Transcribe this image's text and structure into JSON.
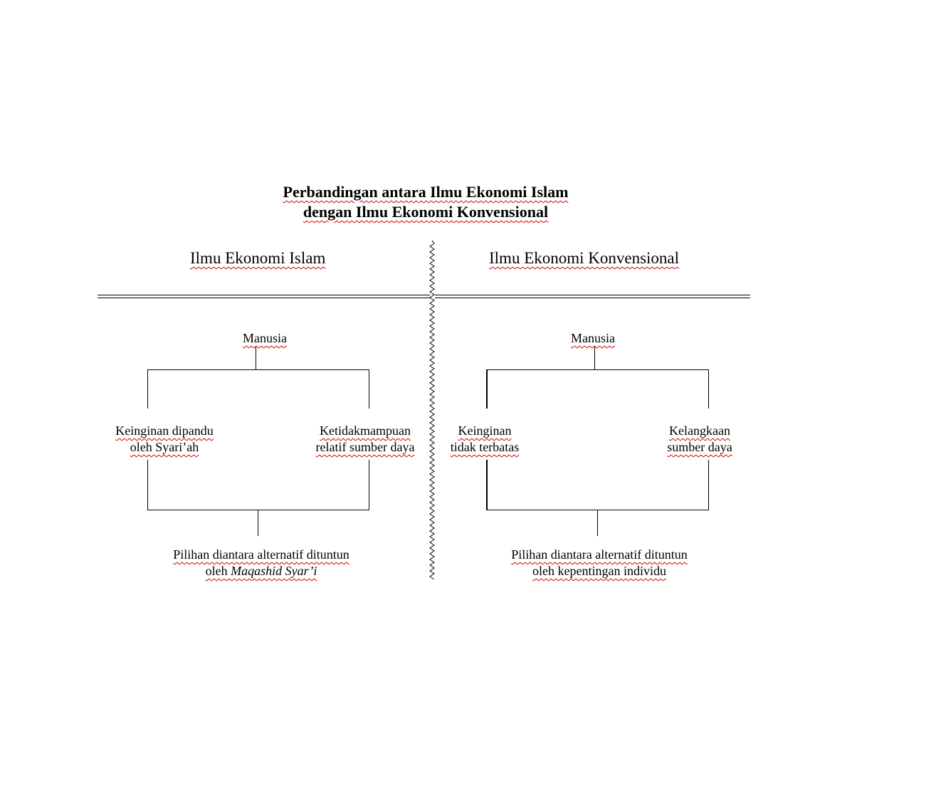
{
  "title": {
    "line1": "Perbandingan antara Ilmu Ekonomi Islam",
    "line2": "dengan Ilmu Ekonomi Konvensional"
  },
  "islam": {
    "heading": "Ilmu Ekonomi Islam",
    "root": "Manusia",
    "left": {
      "line1": "Keinginan dipandu",
      "line2": "oleh Syari’ah"
    },
    "right": {
      "line1": "Ketidakmampuan",
      "line2": "relatif sumber daya"
    },
    "result": {
      "line1": "Pilihan diantara alternatif dituntun",
      "line2_prefix": "oleh ",
      "line2_italic": "Maqashid Syar’i"
    }
  },
  "konvensional": {
    "heading": "Ilmu Ekonomi Konvensional",
    "root": "Manusia",
    "left": {
      "line1": "Keinginan",
      "line2": "tidak terbatas"
    },
    "right": {
      "line1": "Kelangkaan",
      "line2": "sumber daya"
    },
    "result": {
      "line1": "Pilihan diantara alternatif dituntun",
      "line2": "oleh kepentingan individu"
    }
  }
}
